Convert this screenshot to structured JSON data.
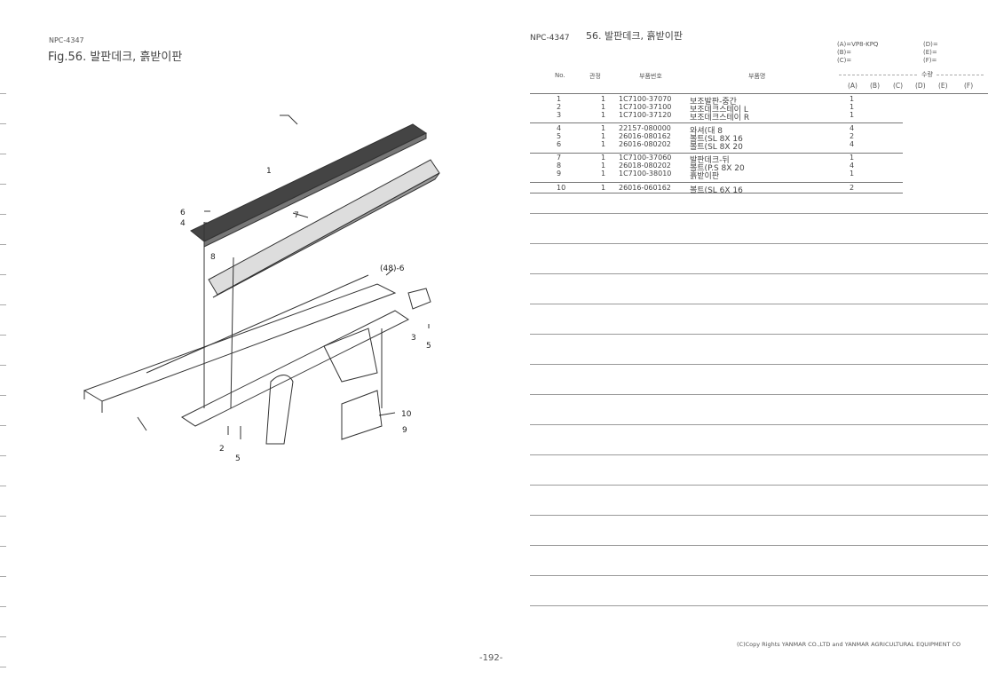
{
  "left": {
    "model": "NPC-4347",
    "fig_title": "Fig.56.  발판데크, 흙받이판",
    "callouts": [
      "1",
      "7",
      "6",
      "4",
      "8",
      "(48)-6",
      "3",
      "5",
      "10",
      "9",
      "2",
      "5"
    ],
    "page_number": "-192-"
  },
  "right": {
    "model": "NPC-4347",
    "title": "56.  발판데크, 흙받이판",
    "variants": [
      "(A)=VP8-KPQ",
      "(B)=",
      "(C)=",
      "(D)=",
      "(E)=",
      "(F)="
    ],
    "headers": {
      "no": "No.",
      "qty_per": "관정",
      "part_no": "부품번호",
      "part_name": "부품명",
      "qty": "수량"
    },
    "qty_cols": [
      "(A)",
      "(B)",
      "(C)",
      "(D)",
      "(E)",
      "(F)"
    ],
    "rows": [
      {
        "no": "1",
        "n": "1",
        "part": "1C7100-37070",
        "name": "보조발판-중간",
        "a": "1"
      },
      {
        "no": "2",
        "n": "1",
        "part": "1C7100-37100",
        "name": "보조데크스테이 L",
        "a": "1"
      },
      {
        "no": "3",
        "n": "1",
        "part": "1C7100-37120",
        "name": "보조데크스테이 R",
        "a": "1"
      },
      {
        "no": "4",
        "n": "1",
        "part": "22157-080000",
        "name": "와셔(대 8",
        "a": "4"
      },
      {
        "no": "5",
        "n": "1",
        "part": "26016-080162",
        "name": "볼트(SL  8X 16",
        "a": "2"
      },
      {
        "no": "6",
        "n": "1",
        "part": "26016-080202",
        "name": "볼트(SL  8X 20",
        "a": "4"
      },
      {
        "no": "7",
        "n": "1",
        "part": "1C7100-37060",
        "name": "발판데크-뒤",
        "a": "1"
      },
      {
        "no": "8",
        "n": "1",
        "part": "26018-080202",
        "name": "볼트(P.S  8X 20",
        "a": "4"
      },
      {
        "no": "9",
        "n": "1",
        "part": "1C7100-38010",
        "name": "흙받이판",
        "a": "1"
      },
      {
        "no": "10",
        "n": "1",
        "part": "26016-060162",
        "name": "볼트(SL  6X 16",
        "a": "2"
      }
    ],
    "copyright": "(C)Copy Rights  YANMAR CO.,LTD and YANMAR AGRICULTURAL EQUIPMENT CO"
  }
}
